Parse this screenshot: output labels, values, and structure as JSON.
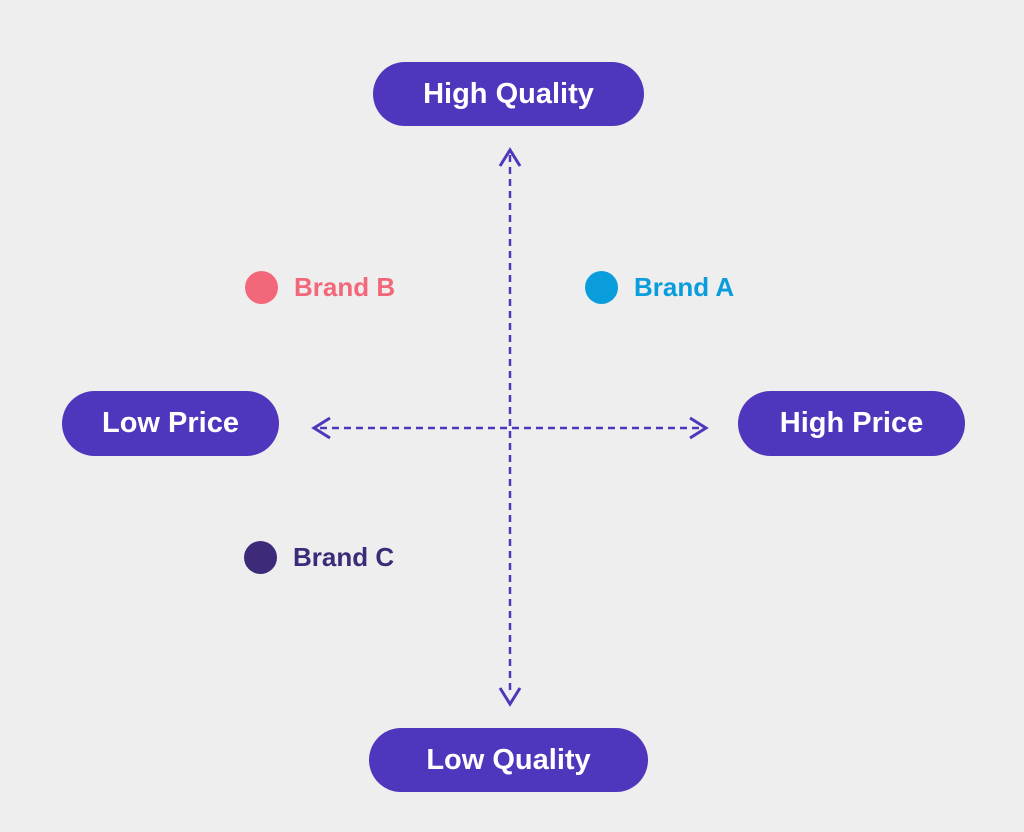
{
  "axes": {
    "top_label": "High Quality",
    "bottom_label": "Low Quality",
    "left_label": "Low Price",
    "right_label": "High Price"
  },
  "brands": [
    {
      "label": "Brand A",
      "color": "#0a9ddc"
    },
    {
      "label": "Brand B",
      "color": "#f2687a"
    },
    {
      "label": "Brand C",
      "color": "#3d2a78"
    }
  ],
  "colors": {
    "background": "#eeeeee",
    "accent": "#5035bd"
  }
}
